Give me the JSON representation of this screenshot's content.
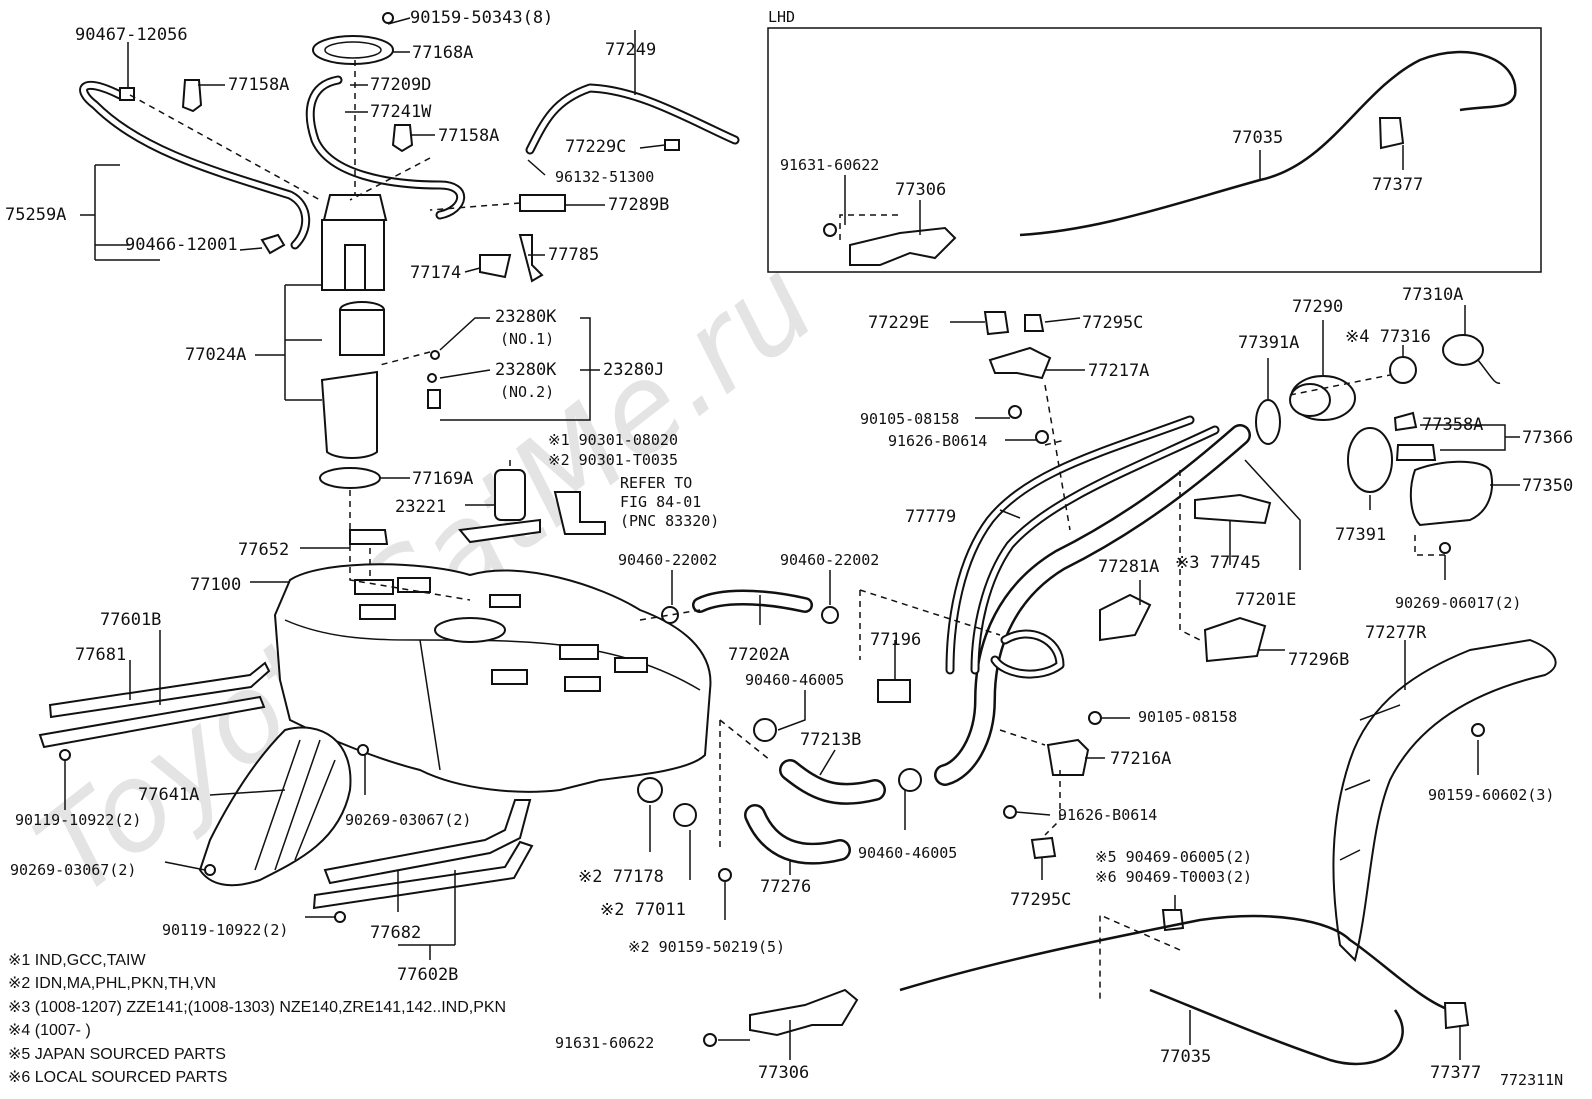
{
  "region_label": "LHD",
  "diagram_code": "772311N",
  "watermark": "ToyotaCatMe.ru",
  "refer_note": [
    "REFER TO",
    "FIG 84-01",
    "(PNC 83320)"
  ],
  "parts": {
    "p90467_12056": "90467-12056",
    "p77158A_top": "77158A",
    "p90159_50343": "90159-50343(8)",
    "p77168A": "77168A",
    "p77209D": "77209D",
    "p77241W": "77241W",
    "p77158A_mid": "77158A",
    "p77249": "77249",
    "p77229C": "77229C",
    "p96132_51300": "96132-51300",
    "p77289B": "77289B",
    "p75259A": "75259A",
    "p90466_12001": "90466-12001",
    "p77174": "77174",
    "p77785": "77785",
    "p77024A": "77024A",
    "p23280K_1": "23280K",
    "p23280K_1_sub": "(NO.1)",
    "p23280K_2": "23280K",
    "p23280K_2_sub": "(NO.2)",
    "p23280J": "23280J",
    "p90301_08020": "※1 90301-08020",
    "p90301_T0035": "※2 90301-T0035",
    "p77169A": "77169A",
    "p23221": "23221",
    "p77652": "77652",
    "p77100": "77100",
    "p77601B": "77601B",
    "p77681": "77681",
    "p90119_10922_a": "90119-10922(2)",
    "p77641A": "77641A",
    "p90269_03067_a": "90269-03067(2)",
    "p90269_03067_b": "90269-03067(2)",
    "p90119_10922_b": "90119-10922(2)",
    "p77682": "77682",
    "p77602B": "77602B",
    "p90460_22002_a": "90460-22002",
    "p90460_22002_b": "90460-22002",
    "p77202A": "77202A",
    "p77196": "77196",
    "p90460_46005_a": "90460-46005",
    "p77213B": "77213B",
    "p90460_46005_b": "90460-46005",
    "p77276": "77276",
    "p77178": "※2 77178",
    "p77011": "※2 77011",
    "p90159_50219": "※2  90159-50219(5)",
    "p91631_60622_a": "91631-60622",
    "p77306_a": "77306",
    "p77035_a": "77035",
    "p77377_a": "77377",
    "p77229E": "77229E",
    "p77295C_a": "77295C",
    "p77217A": "77217A",
    "p90105_08158_a": "90105-08158",
    "p91626_B0614_a": "91626-B0614",
    "p77779": "77779",
    "p77281A": "77281A",
    "p77745": "※3 77745",
    "p77201E": "77201E",
    "p77296B": "77296B",
    "p90105_08158_b": "90105-08158",
    "p77216A": "77216A",
    "p91626_B0614_b": "91626-B0614",
    "p77295C_b": "77295C",
    "p90469_06005": "※5 90469-06005(2)",
    "p90469_T0003": "※6 90469-T0003(2)",
    "p91631_60622_b": "91631-60622",
    "p77306_b": "77306",
    "p77035_b": "77035",
    "p77377_b": "77377",
    "p77290": "77290",
    "p77391A": "77391A",
    "p77310A": "77310A",
    "p77316": "※4 77316",
    "p77358A": "77358A",
    "p77366": "77366",
    "p77350": "77350",
    "p77391": "77391",
    "p90269_06017": "90269-06017(2)",
    "p77277R": "77277R",
    "p90159_60602": "90159-60602(3)"
  },
  "notes": [
    "※1 IND,GCC,TAIW",
    "※2 IDN,MA,PHL,PKN,TH,VN",
    "※3 (1008-1207) ZZE141;(1008-1303) NZE140,ZRE141,142..IND,PKN",
    "※4 (1007-          )",
    "※5 JAPAN SOURCED PARTS",
    "※6 LOCAL SOURCED PARTS"
  ]
}
